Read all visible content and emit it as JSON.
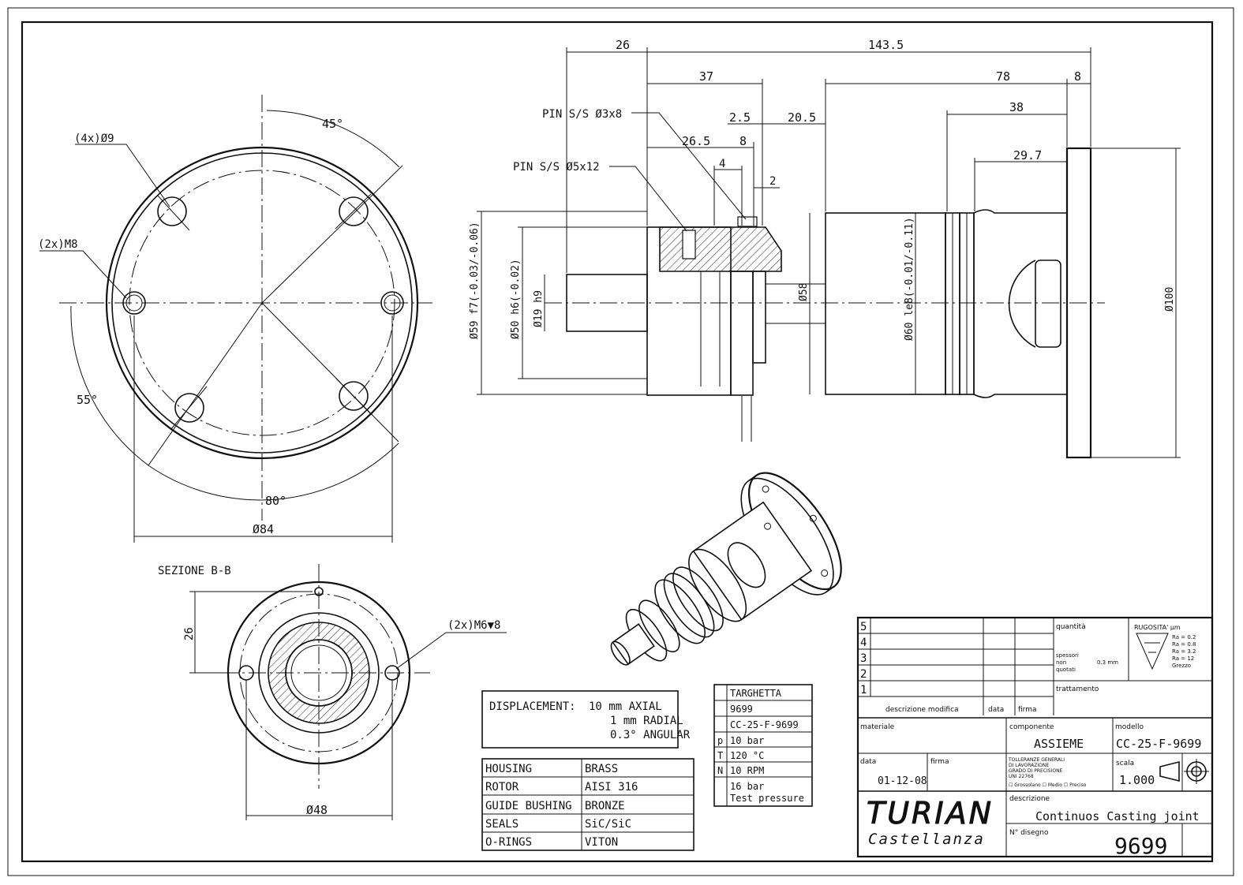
{
  "front_view": {
    "holes_label": "(4x)Ø9",
    "threads_label": "(2x)M8",
    "angle_top": "45°",
    "angle_left": "55°",
    "angle_bottom": "80°",
    "diameter": "Ø84"
  },
  "section_view": {
    "title": "SEZIONE B-B",
    "height": "26",
    "threads_label": "(2x)M6▼8",
    "diameter": "Ø48"
  },
  "side_view": {
    "dims": {
      "d26": "26",
      "d143": "143.5",
      "d37": "37",
      "d78": "78",
      "d8a": "8",
      "d38": "38",
      "d2_5": "2.5",
      "d20_5": "20.5",
      "d26_5": "26.5",
      "d8b": "8",
      "d4": "4",
      "d2": "2",
      "d29_7": "29.7",
      "dia59": "Ø59 f7(-0.03/-0.06)",
      "dia50": "Ø50 h6(-0.02)",
      "dia19": "Ø19 h9",
      "dia58": "Ø58",
      "dia60": "Ø60 le8(-0.01/-0.11)",
      "dia100": "Ø100"
    },
    "pin1": "PIN S/S Ø3x8",
    "pin2": "PIN S/S Ø5x12"
  },
  "displacement": {
    "label": "DISPLACEMENT:",
    "axial": "10 mm AXIAL",
    "radial": "1 mm RADIAL",
    "angular": "0.3° ANGULAR"
  },
  "materials": [
    {
      "part": "HOUSING",
      "material": "BRASS"
    },
    {
      "part": "ROTOR",
      "material": "AISI 316"
    },
    {
      "part": "GUIDE BUSHING",
      "material": "BRONZE"
    },
    {
      "part": "SEALS",
      "material": "SiC/SiC"
    },
    {
      "part": "O-RINGS",
      "material": "VITON"
    }
  ],
  "targhetta": {
    "title": "TARGHETTA",
    "rows": [
      {
        "key": "",
        "value": "9699"
      },
      {
        "key": "",
        "value": "CC-25-F-9699"
      },
      {
        "key": "p",
        "value": "10 bar"
      },
      {
        "key": "T",
        "value": "120 °C"
      },
      {
        "key": "N",
        "value": "10 RPM"
      },
      {
        "key": "",
        "value": "16 bar"
      }
    ],
    "test_pressure": "Test pressure"
  },
  "title_block": {
    "revisions": [
      "5",
      "4",
      "3",
      "2",
      "1"
    ],
    "rev_headers": {
      "descr": "descrizione modifica",
      "data": "data",
      "firma": "firma"
    },
    "quantita": "quantità",
    "spessori": [
      "spessori",
      "non",
      "quotati"
    ],
    "spessori_val": "0.3 mm",
    "trattamento": "trattamento",
    "rugosita": "RUGOSITA' µm",
    "ra_values": [
      "Ra = 0.2",
      "Ra = 0.8",
      "Ra = 3.2",
      "Ra = 12",
      "Grezzo"
    ],
    "materiale": "materiale",
    "componente_label": "componente",
    "componente": "ASSIEME",
    "modello_label": "modello",
    "modello": "CC-25-F-9699",
    "data_label": "data",
    "data": "01-12-08",
    "firma_label": "firma",
    "tolleranze": [
      "TOLLERANZE GENERALI",
      "DI LAVORAZIONE",
      "GRADO DI PRECISIONE",
      "UNI 22768"
    ],
    "tolleranze_opts": "☐ Grossolano ☐ Medio ☐ Preciso",
    "scala_label": "scala",
    "scala": "1.000",
    "company": "TURIAN",
    "city": "Castellanza",
    "descrizione_label": "descrizione",
    "descrizione": "Continuos Casting joint",
    "disegno_label": "N° disegno",
    "disegno": "9699"
  }
}
